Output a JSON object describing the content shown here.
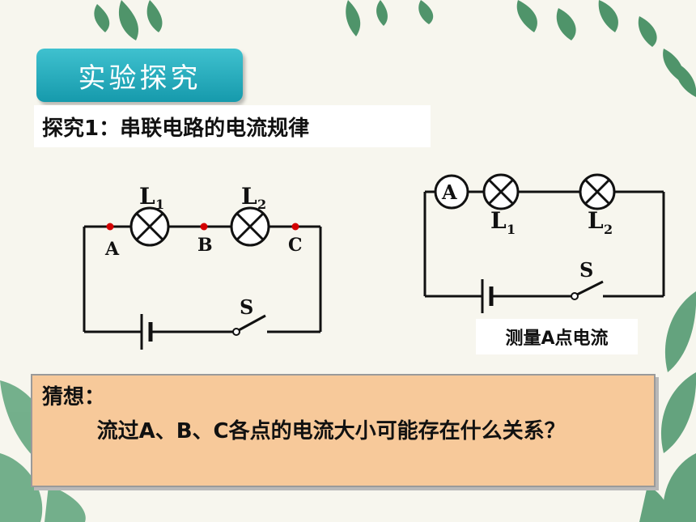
{
  "header": {
    "title": "实验探究",
    "subtitle": "探究1：串联电路的电流规律"
  },
  "circuit_left": {
    "lamp1": "L",
    "lamp1_sub": "1",
    "lamp2": "L",
    "lamp2_sub": "2",
    "point_a": "A",
    "point_b": "B",
    "point_c": "C",
    "switch": "S"
  },
  "circuit_right": {
    "ammeter": "A",
    "lamp1": "L",
    "lamp1_sub": "1",
    "lamp2": "L",
    "lamp2_sub": "2",
    "switch": "S",
    "caption": "测量A点电流"
  },
  "guess": {
    "label": "猜想：",
    "text": "流过A、B、C各点的电流大小可能存在什么关系？"
  },
  "colors": {
    "title_bg": "#1ba8b8",
    "point_red": "#d40000",
    "guess_bg": "#f7c99a",
    "leaf_green": "#4f9a6e"
  }
}
